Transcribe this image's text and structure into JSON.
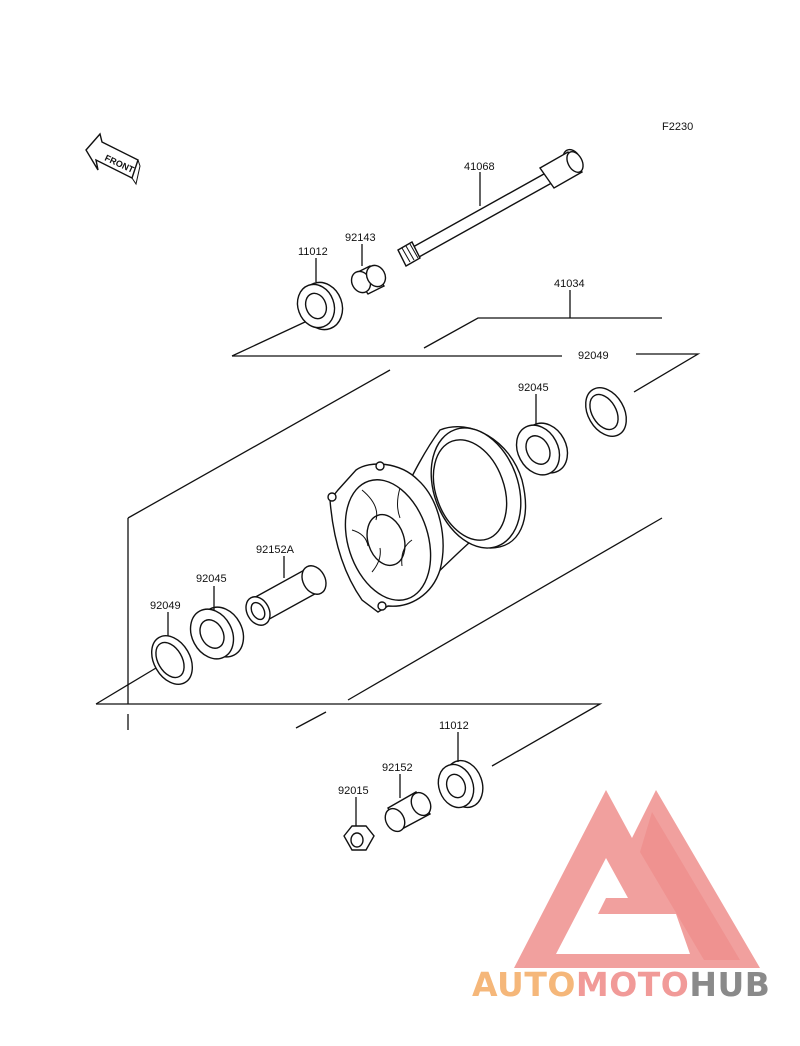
{
  "diagram_code": "F2230",
  "front_label": "FRONT",
  "parts": {
    "axle": "41068",
    "hub": "41034",
    "collar_top": "11012",
    "collar_top_small": "92143",
    "seal_right": "92049",
    "bearing_right": "92045",
    "spacer": "92152A",
    "bearing_left": "92045",
    "seal_left": "92049",
    "collar_bottom": "11012",
    "collar_bottom_small": "92152",
    "nut": "92015"
  },
  "watermark": {
    "auto": "AUTO",
    "moto": "MOTO",
    "hub": "HUB",
    "colors": {
      "auto": "#f5b77a",
      "moto": "#f19a98",
      "hub": "#8a8a8a",
      "triangle": "#ef8f8d"
    }
  }
}
